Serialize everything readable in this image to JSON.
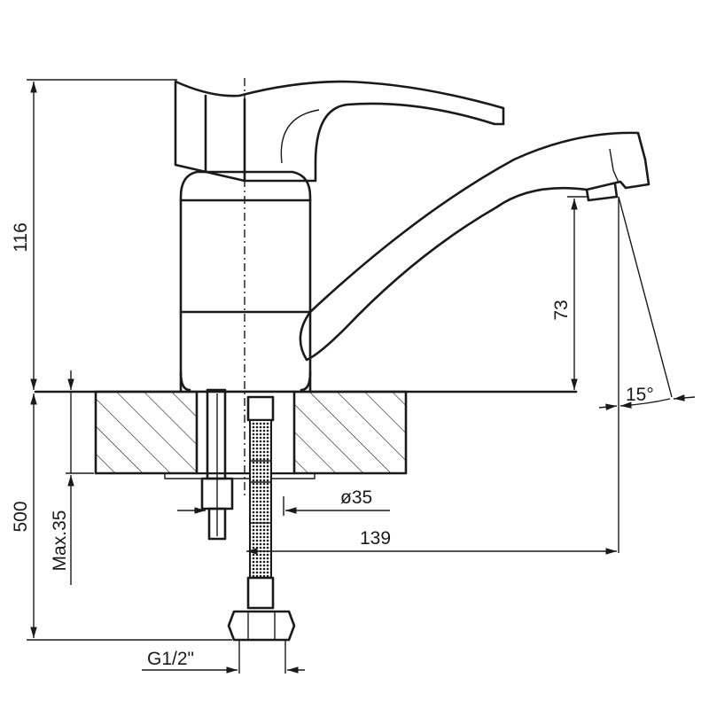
{
  "dimensions": {
    "height_total": "116",
    "spout_height": "73",
    "spout_angle": "15°",
    "hole_diameter": "ø35",
    "spout_reach": "139",
    "hose_length": "500",
    "max_thickness": "Max.35",
    "thread": "G1/2\""
  }
}
